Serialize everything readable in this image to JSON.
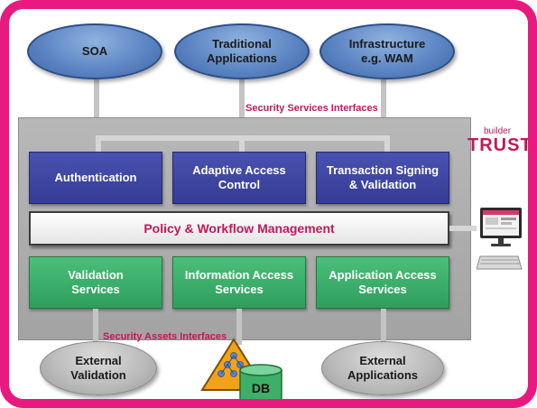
{
  "top_consumers": [
    {
      "label": "SOA"
    },
    {
      "label": "Traditional\nApplications"
    },
    {
      "label": "Infrastructure\ne.g. WAM"
    }
  ],
  "security_services_label": "Security Services Interfaces",
  "brand": {
    "main": "TRUST",
    "small": "builder"
  },
  "services": [
    "Authentication",
    "Adaptive Access Control",
    "Transaction Signing & Validation"
  ],
  "policy_label": "Policy & Workflow Management",
  "assets": [
    "Validation Services",
    "Information Access Services",
    "Application Access Services"
  ],
  "security_assets_label": "Security Assets Interfaces",
  "bottom_items": [
    {
      "label": "External\nValidation"
    },
    {
      "label": "DB"
    },
    {
      "label": "External\nApplications"
    }
  ],
  "colors": {
    "frame": "#e8197f",
    "accent_text": "#c2185b",
    "services": "#3a42a0",
    "assets": "#35a866",
    "consumers": "#5d86c4"
  }
}
